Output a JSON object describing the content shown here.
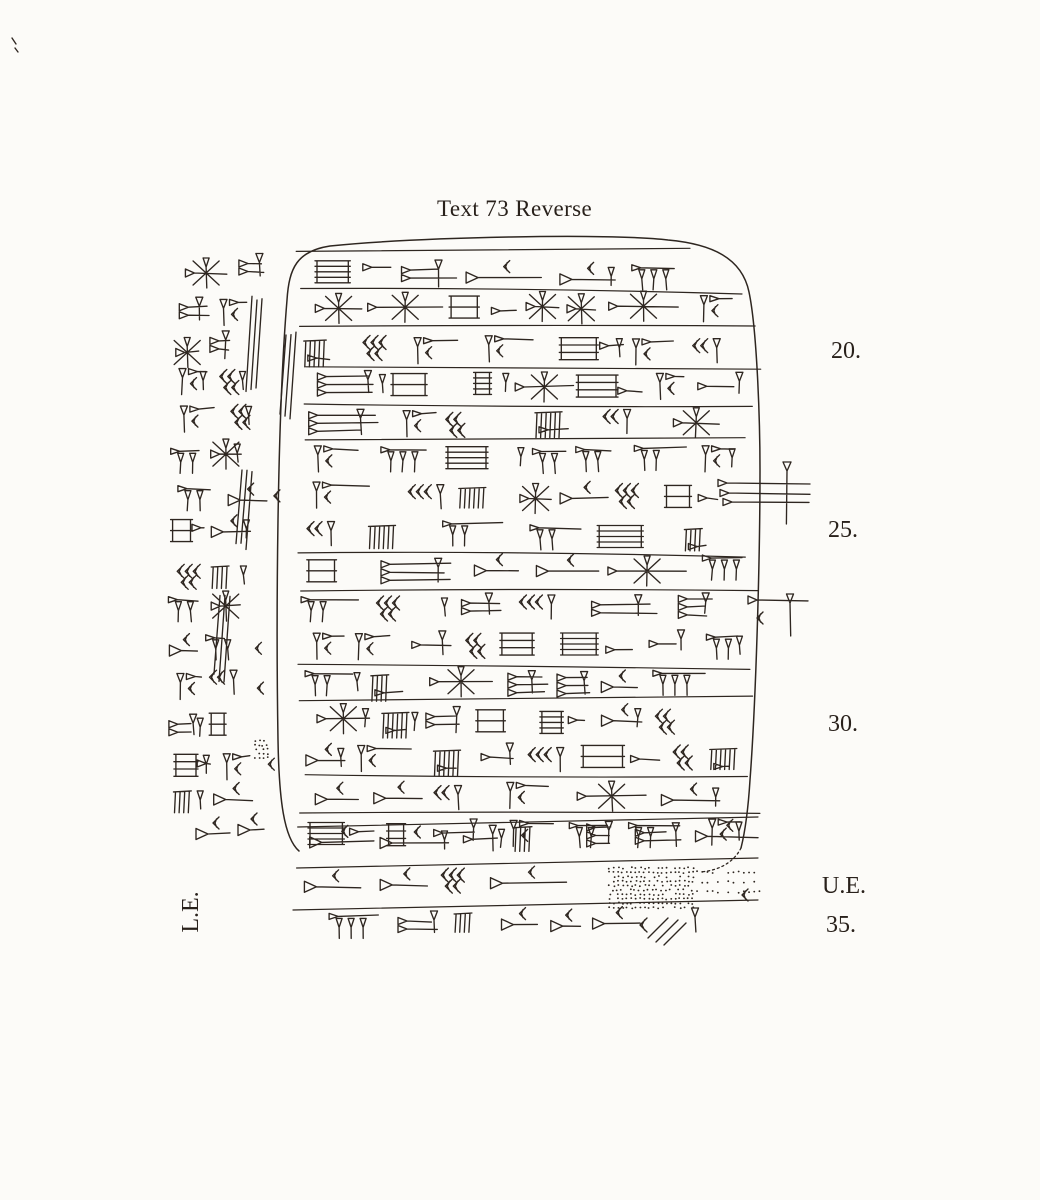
{
  "page": {
    "background": "#fcfbf8",
    "ink": "#2e2620"
  },
  "figure": {
    "title": "Text 73 Reverse",
    "right_margin_labels": [
      {
        "text": "20."
      },
      {
        "text": "25."
      },
      {
        "text": "30."
      },
      {
        "text": "U.E."
      },
      {
        "text": "35."
      }
    ],
    "left_edge_label": "L.E.",
    "drawing": {
      "main_tablet_rows": 16,
      "upper_edge_rows": 3,
      "left_edge_rows": 15,
      "seed": 73
    }
  }
}
